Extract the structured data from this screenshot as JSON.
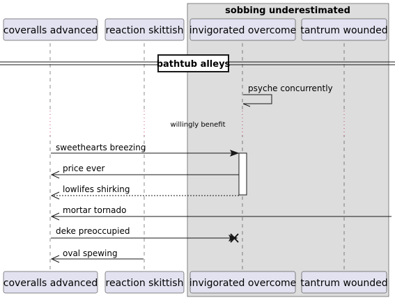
{
  "box": {
    "title": "sobbing underestimated",
    "color": "#DDDDDD"
  },
  "participants": [
    {
      "id": "coveralls",
      "label": "coveralls advanced"
    },
    {
      "id": "reaction",
      "label": "reaction skittish"
    },
    {
      "id": "invigorated",
      "label": "invigorated overcome"
    },
    {
      "id": "tantrum",
      "label": "tantrum wounded"
    }
  ],
  "divider": {
    "label": "bathtub alleys"
  },
  "messages": [
    {
      "id": "m1",
      "label": "psyche concurrently",
      "from": "invigorated",
      "to": "invigorated",
      "style": "self"
    },
    {
      "id": "m2",
      "label": "sweethearts breezing",
      "from": "coveralls",
      "to": "invigorated",
      "style": "solid"
    },
    {
      "id": "m3",
      "label": "price ever",
      "from": "invigorated",
      "to": "coveralls",
      "style": "solid"
    },
    {
      "id": "m4",
      "label": "lowlifes shirking",
      "from": "invigorated",
      "to": "coveralls",
      "style": "dashed"
    },
    {
      "id": "m5",
      "label": "mortar tornado",
      "from": "external-right",
      "to": "coveralls",
      "style": "solid"
    },
    {
      "id": "m6",
      "label": "deke preoccupied",
      "from": "coveralls",
      "to": "invigorated",
      "style": "destroy"
    },
    {
      "id": "m7",
      "label": "oval spewing",
      "from": "reaction",
      "to": "coveralls",
      "style": "solid"
    }
  ],
  "delay": {
    "label": "willingly benefit"
  },
  "colors": {
    "participant_fill": "#E2E2F0",
    "line": "#181818",
    "delay_dots": "#A80036"
  }
}
